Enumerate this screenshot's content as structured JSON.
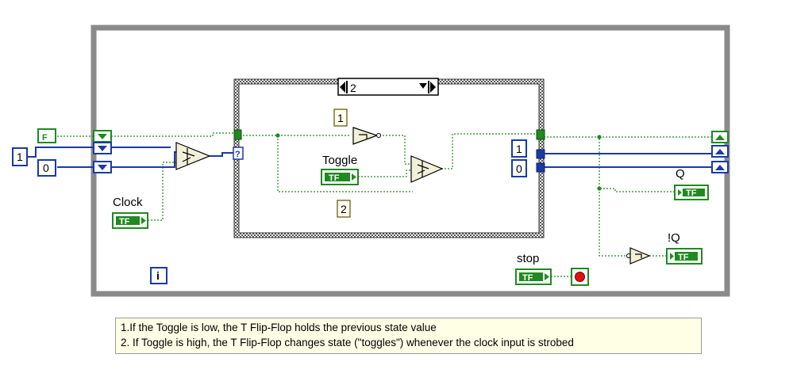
{
  "case_structure": {
    "selector": "2"
  },
  "constants": {
    "bool_false": "F",
    "numeric_one": "1",
    "numeric_zero": "0",
    "right_one": "1",
    "right_zero": "0",
    "inner_top": "1",
    "inner_bottom": "2"
  },
  "labels": {
    "clock": "Clock",
    "toggle": "Toggle",
    "q": "Q",
    "not_q": "!Q",
    "stop": "stop"
  },
  "terminals": {
    "bool_indicator": "TF",
    "iteration": "i",
    "selector_unwired": "?"
  },
  "comment": {
    "line1": "1.If the Toggle is low, the T Flip-Flop holds the previous state value",
    "line2": "2. If Toggle is high, the T Flip-Flop changes state (\"toggles\") whenever the clock input is strobed"
  },
  "colors": {
    "boolean_wire": "#1f8a1f",
    "numeric_wire": "#1a3aa8",
    "loop_border": "#8a8a8a",
    "comment_bg": "#ffffe6"
  }
}
